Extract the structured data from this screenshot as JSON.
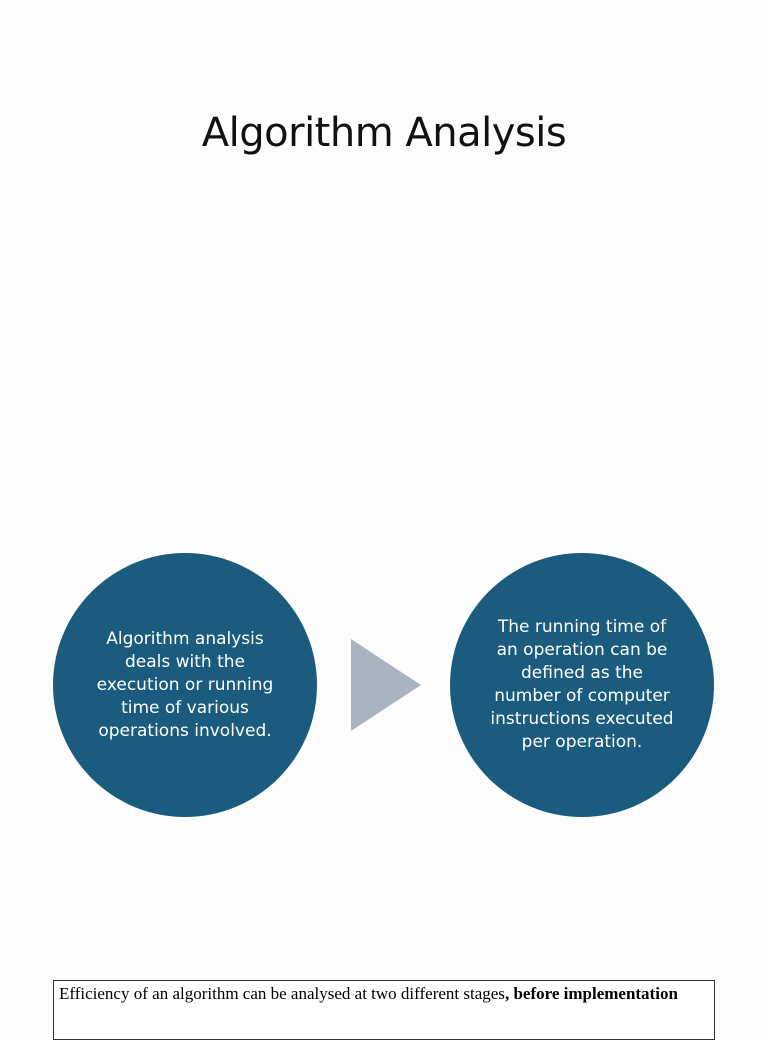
{
  "page": {
    "title": "Algorithm Analysis"
  },
  "flow": {
    "left_text": "Algorithm analysis deals with the execution or running time of various operations involved.",
    "right_text": "The running time of an operation can be defined as the number of computer instructions executed per operation.",
    "circle_color": "#1b5b7d",
    "arrow_color": "#a9b4c1"
  },
  "footer_box": {
    "text_regular": "Efficiency of an algorithm can be analysed at two different stages",
    "text_bold": ", before implementation"
  }
}
